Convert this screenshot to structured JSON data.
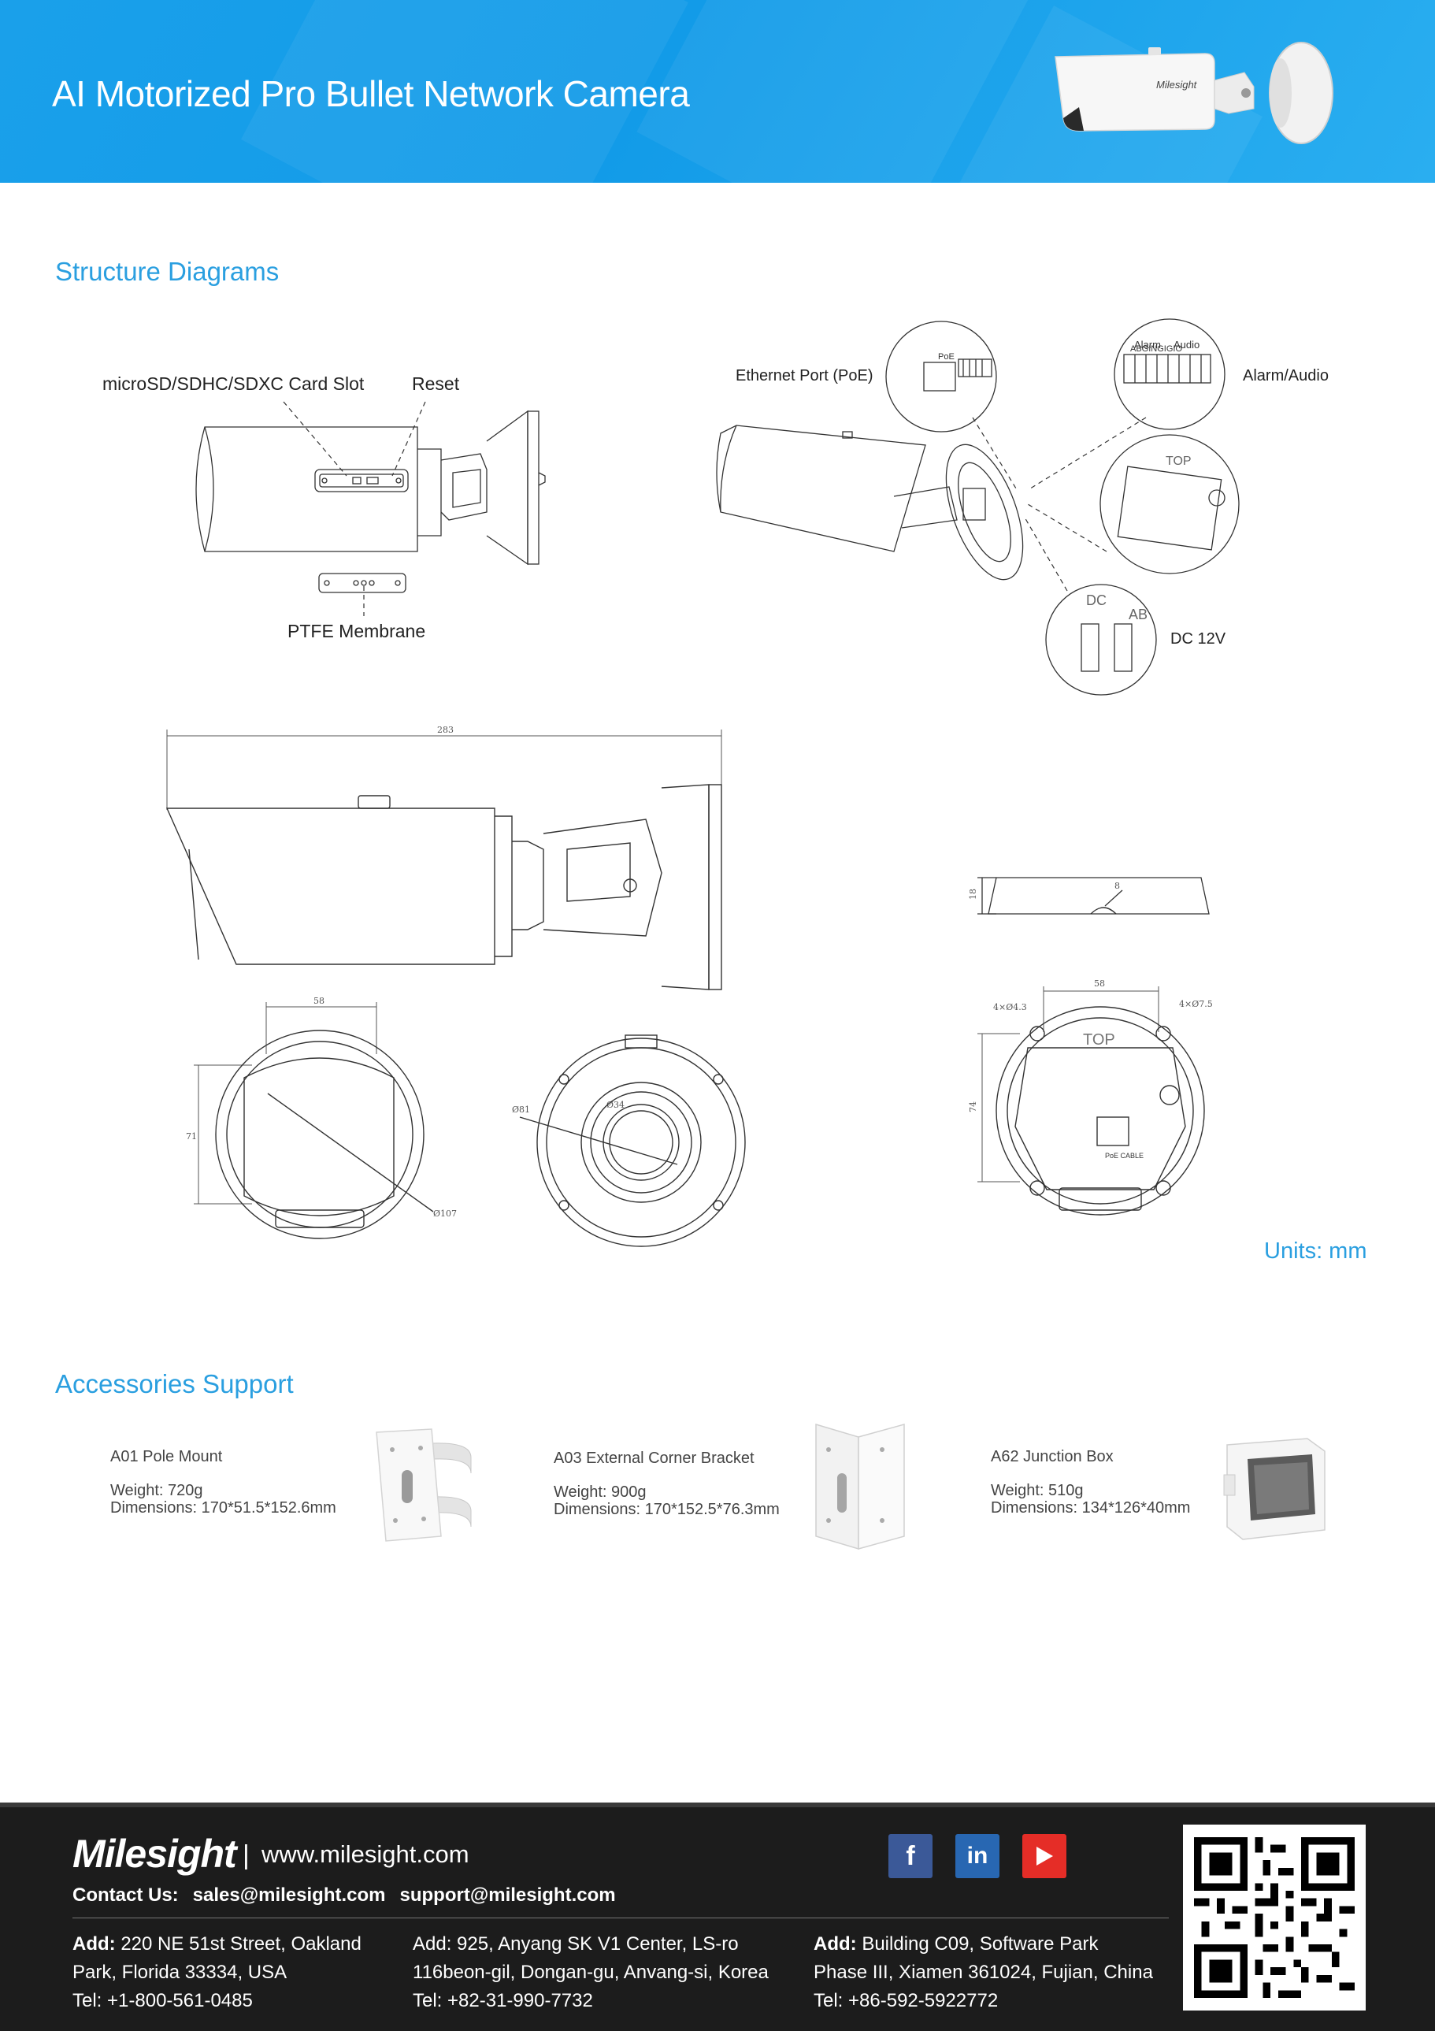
{
  "header": {
    "title": "AI Motorized Pro Bullet Network Camera",
    "camera_brand": "Milesight"
  },
  "structure": {
    "title": "Structure Diagrams",
    "labels": {
      "card_slot": "microSD/SDHC/SDXC Card Slot",
      "reset": "Reset",
      "ptfe": "PTFE Membrane",
      "ethernet": "Ethernet Port (PoE)",
      "alarm_audio": "Alarm/Audio",
      "dc12v": "DC 12V",
      "zoom_alarm": "Alarm",
      "zoom_audio": "Audio",
      "zoom_pins": "ABGINGIGIO",
      "zoom_poe": "PoE",
      "zoom_dc": "DC",
      "zoom_ab": "AB",
      "box_top": "TOP",
      "box_poe_cable": "PoE CABLE"
    }
  },
  "dimensions": {
    "length": "283",
    "mount_width": "58",
    "mount_height": "71",
    "mount_diameter": "Ø107",
    "front_diameter": "Ø81",
    "lens_diameter": "Ø34",
    "box_height": "18",
    "box_small": "8",
    "box_width": "58",
    "box_depth": "74",
    "hole_left": "4×Ø4.3",
    "hole_right": "4×Ø7.5",
    "units": "Units: mm"
  },
  "accessories": {
    "title": "Accessories Support",
    "items": [
      {
        "name": "A01 Pole Mount",
        "weight": "Weight: 720g",
        "dims": "Dimensions: 170*51.5*152.6mm"
      },
      {
        "name": "A03 External Corner Bracket",
        "weight": "Weight: 900g",
        "dims": "Dimensions: 170*152.5*76.3mm"
      },
      {
        "name": "A62 Junction Box",
        "weight": "Weight: 510g",
        "dims": "Dimensions: 134*126*40mm"
      }
    ]
  },
  "footer": {
    "brand": "Milesight",
    "separator": "|",
    "website": "www.milesight.com",
    "contact_label": "Contact Us:",
    "sales_email": "sales@milesight.com",
    "support_email": "support@milesight.com",
    "addresses": [
      {
        "label": "Add:",
        "line1": "220 NE 51st Street, Oakland",
        "line2": "Park, Florida 33334, USA",
        "tel": "Tel: +1-800-561-0485"
      },
      {
        "label": "Add:",
        "line1": "925, Anyang SK V1 Center, LS-ro",
        "line2": "116beon-gil, Dongan-gu, Anvang-si, Korea",
        "tel": "Tel: +82-31-990-7732"
      },
      {
        "label": "Add:",
        "line1": "Building C09, Software Park",
        "line2": "Phase III, Xiamen 361024, Fujian, China",
        "tel": "Tel: +86-592-5922772"
      }
    ],
    "social": {
      "facebook": "f",
      "linkedin": "in"
    },
    "icons": {
      "facebook": "facebook-icon",
      "linkedin": "linkedin-icon",
      "youtube": "youtube-icon",
      "qr": "qr-code"
    },
    "colors": {
      "facebook": "#3b5998",
      "linkedin": "#2867b2",
      "youtube": "#e52d27",
      "accent": "#2a9fe0"
    }
  }
}
